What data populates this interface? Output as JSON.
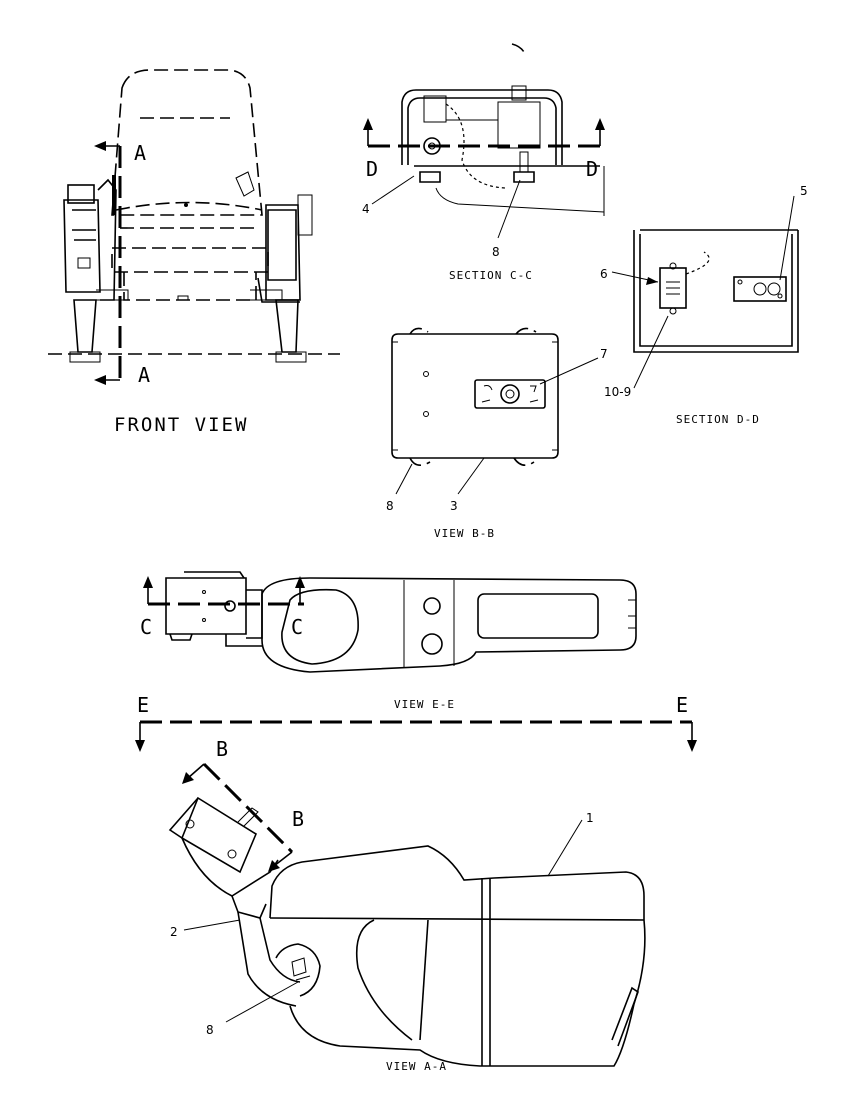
{
  "views": {
    "front_view": "FRONT VIEW",
    "section_cc": "SECTION C-C",
    "section_dd": "SECTION D-D",
    "view_bb": "VIEW B-B",
    "view_ee": "VIEW E-E",
    "view_aa": "VIEW A-A"
  },
  "section_letters": {
    "a_top": "A",
    "a_bottom": "A",
    "d_left": "D",
    "d_right": "D",
    "c_left": "C",
    "c_right": "C",
    "e_left": "E",
    "e_right": "E",
    "b_top": "B",
    "b_bottom": "B"
  },
  "callouts": {
    "c1": "1",
    "c2": "2",
    "c3": "3",
    "c4": "4",
    "c5": "5",
    "c6": "6",
    "c7": "7",
    "c8_section_cc": "8",
    "c8_view_bb": "8",
    "c8_view_aa": "8",
    "c10_9": "10-9"
  }
}
